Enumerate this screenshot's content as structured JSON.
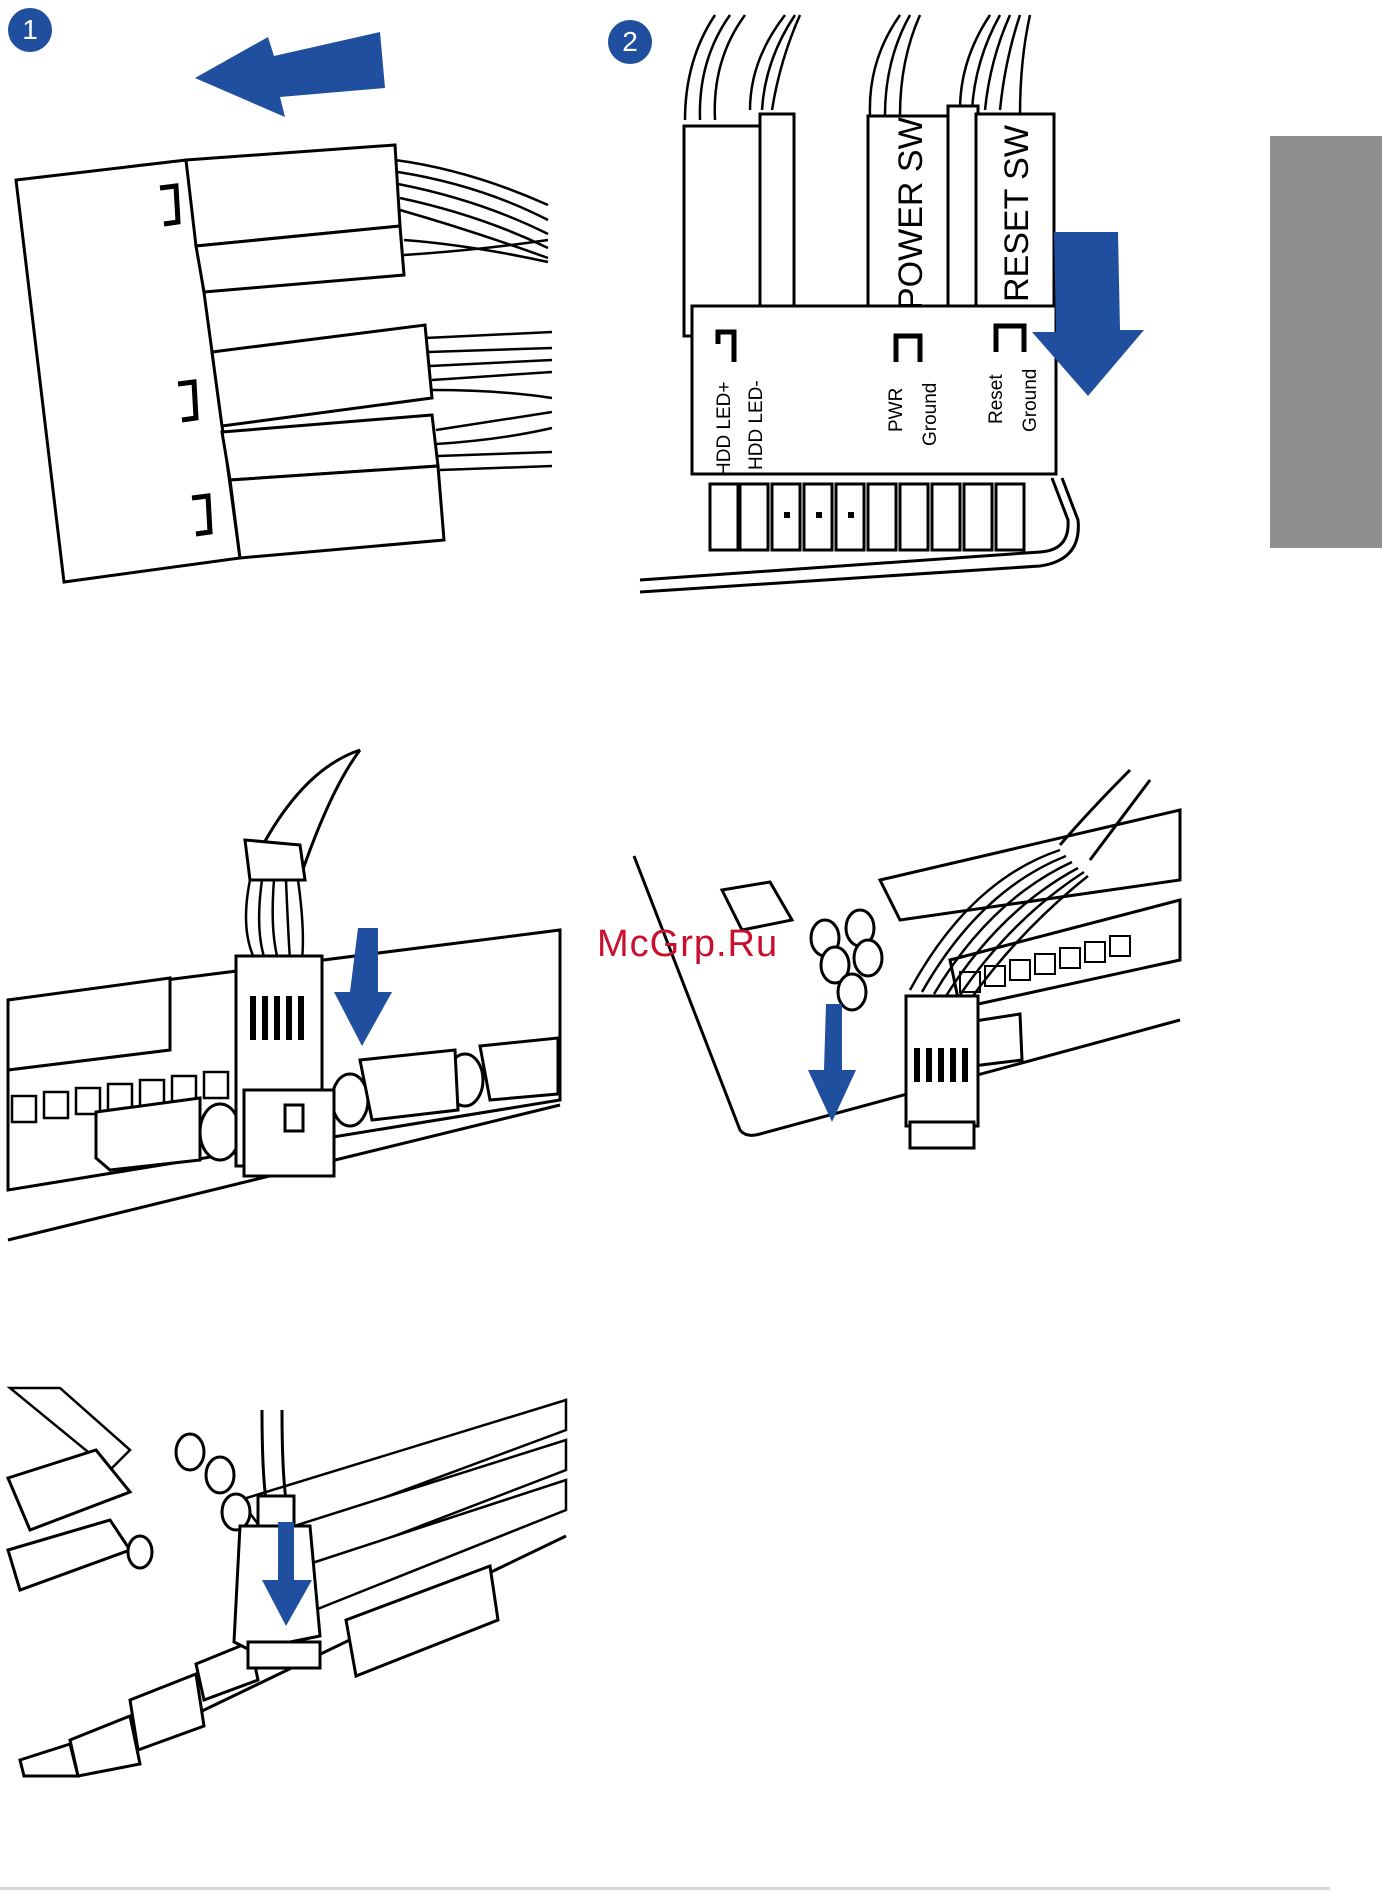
{
  "steps": [
    {
      "number": "1"
    },
    {
      "number": "2"
    }
  ],
  "connector_labels": {
    "power_sw": "POWER SW",
    "reset_sw": "RESET SW",
    "hdd_led_plus": "HDD LED+",
    "hdd_led_minus": "HDD LED-",
    "pwr": "PWR",
    "pwr_ground": "Ground",
    "reset": "Reset",
    "reset_ground": "Ground"
  },
  "watermark": "McGrp.Ru",
  "colors": {
    "accent_blue": "#1f4f9e",
    "side_tab_gray": "#8f8f8f",
    "watermark_red": "#c8102e"
  },
  "icons": [
    "arrow-left-icon",
    "arrow-down-icon"
  ]
}
